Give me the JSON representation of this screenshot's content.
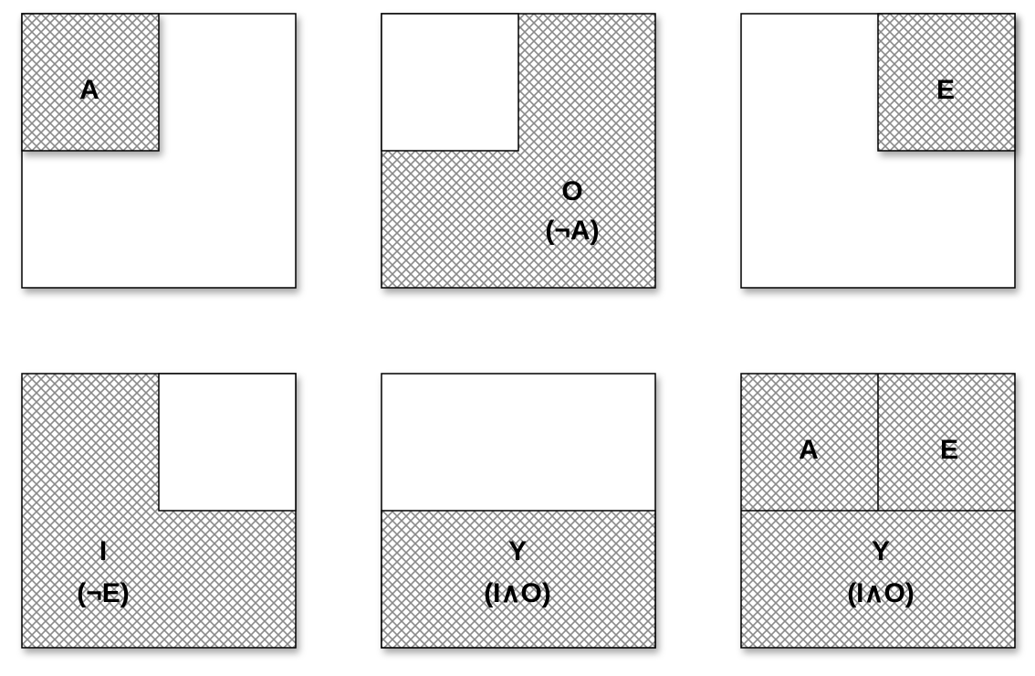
{
  "panels": [
    {
      "labels": [
        "A"
      ]
    },
    {
      "labels": [
        "O",
        "(¬A)"
      ]
    },
    {
      "labels": [
        "E"
      ]
    },
    {
      "labels": [
        "I",
        "(¬E)"
      ]
    },
    {
      "labels": [
        "Y",
        "(I∧O)"
      ]
    },
    {
      "labels": [
        "A",
        "E",
        "Y",
        "(I∧O)"
      ]
    }
  ],
  "colors": {
    "hatch": "#8a8a8a",
    "border": "#000000",
    "background": "#ffffff"
  }
}
